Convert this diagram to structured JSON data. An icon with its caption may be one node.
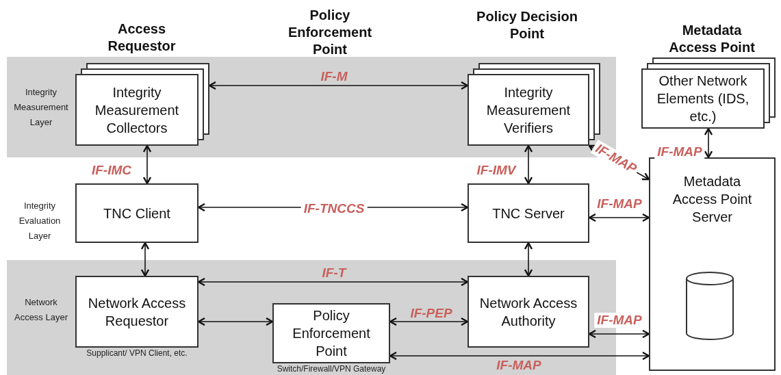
{
  "diagram": {
    "nodes": [
      {
        "text": [
          "Integrity Measurement Layer"
        ]
      },
      {
        "text": [
          "Integrity Measurement Collectors"
        ],
        "in": 0
      },
      {
        "text": [
          "Integrity Measurement Verifiers"
        ],
        "in": 0
      },
      {
        "text": [
          "Other Network Elements (IDS, etc.)"
        ]
      },
      {
        "text": [
          "TNC Client"
        ]
      },
      {
        "text": [
          "TNC Server"
        ]
      },
      {
        "text": [
          "Metadata Access Point Server"
        ]
      },
      {
        "text": [],
        "shape": "cylinder",
        "in": 6
      },
      {
        "text": [
          "Network Access Layer"
        ]
      },
      {
        "text": [
          "Network Access Requestor"
        ],
        "in": 8,
        "beside": [
          "Supplicant/ VPN Client, etc."
        ]
      },
      {
        "text": [
          "Policy Enforcement Point"
        ],
        "in": 8,
        "beside": [
          "Switch/Firewall/VPN Gateway"
        ]
      },
      {
        "text": [
          "Network Access Authority"
        ],
        "in": 8
      }
    ],
    "edges": [
      {
        "from": 1,
        "to": 2,
        "arrow": "both",
        "label": "IF-M"
      },
      {
        "from": 1,
        "to": 4,
        "arrow": "both",
        "label": "IF-IMC"
      },
      {
        "from": 2,
        "to": 5,
        "arrow": "both",
        "label": "IF-IMV"
      },
      {
        "from": 4,
        "to": 5,
        "arrow": "both",
        "label": "IF-TNCCS"
      },
      {
        "from": 3,
        "to": 6,
        "arrow": "both",
        "label": "IF-MAP"
      },
      {
        "from": 2,
        "to": 6,
        "arrow": "both",
        "label": "IF-MAP"
      },
      {
        "from": 5,
        "to": 6,
        "arrow": "both",
        "label": "IF-MAP"
      },
      {
        "from": 4,
        "to": 9,
        "arrow": "both"
      },
      {
        "from": 5,
        "to": 11,
        "arrow": "both"
      },
      {
        "from": 9,
        "to": 11,
        "arrow": "both",
        "label": "IF-T"
      },
      {
        "from": 9,
        "to": 10,
        "arrow": "both"
      },
      {
        "from": 10,
        "to": 11,
        "arrow": "both",
        "label": "IF-PEP"
      },
      {
        "from": 11,
        "to": 6,
        "arrow": "both",
        "label": "IF-MAP"
      },
      {
        "from": 10,
        "to": 6,
        "arrow": "both",
        "label": "IF-MAP"
      }
    ],
    "labels": [
      "Access Requestor",
      "Policy Enforcement Point",
      "Policy Decision Point",
      "Metadata Access Point",
      "Integrity Evaluation Layer"
    ]
  }
}
